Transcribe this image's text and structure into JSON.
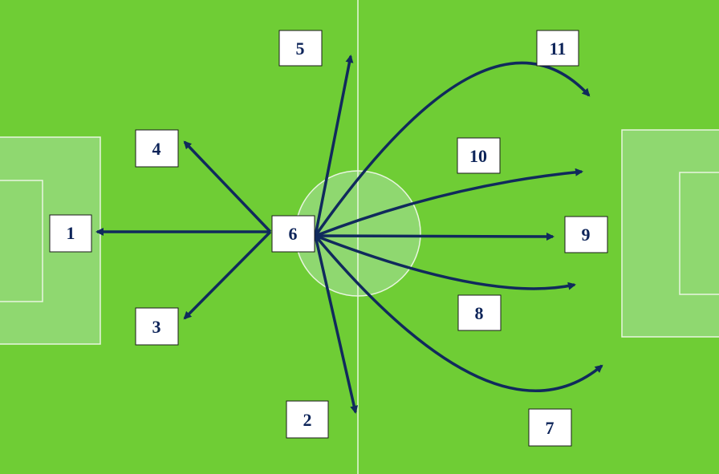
{
  "colors": {
    "pitch": "#6fcd35",
    "box_fill": "#8fd870",
    "lines": "#e9f6e0",
    "arrows": "#102a5c",
    "label_box": "#ffffff",
    "label_border": "#1a1a1a",
    "label_text": "#0d2459"
  },
  "players": [
    {
      "id": "p1",
      "number": "1"
    },
    {
      "id": "p2",
      "number": "2"
    },
    {
      "id": "p3",
      "number": "3"
    },
    {
      "id": "p4",
      "number": "4"
    },
    {
      "id": "p5",
      "number": "5"
    },
    {
      "id": "p6",
      "number": "6"
    },
    {
      "id": "p7",
      "number": "7"
    },
    {
      "id": "p8",
      "number": "8"
    },
    {
      "id": "p9",
      "number": "9"
    },
    {
      "id": "p10",
      "number": "10"
    },
    {
      "id": "p11",
      "number": "11"
    }
  ],
  "passes": [
    {
      "from": "6",
      "to": "1"
    },
    {
      "from": "6",
      "to": "2"
    },
    {
      "from": "6",
      "to": "3"
    },
    {
      "from": "6",
      "to": "4"
    },
    {
      "from": "6",
      "to": "5"
    },
    {
      "from": "6",
      "to": "7"
    },
    {
      "from": "6",
      "to": "8"
    },
    {
      "from": "6",
      "to": "9"
    },
    {
      "from": "6",
      "to": "10"
    },
    {
      "from": "6",
      "to": "11"
    }
  ]
}
